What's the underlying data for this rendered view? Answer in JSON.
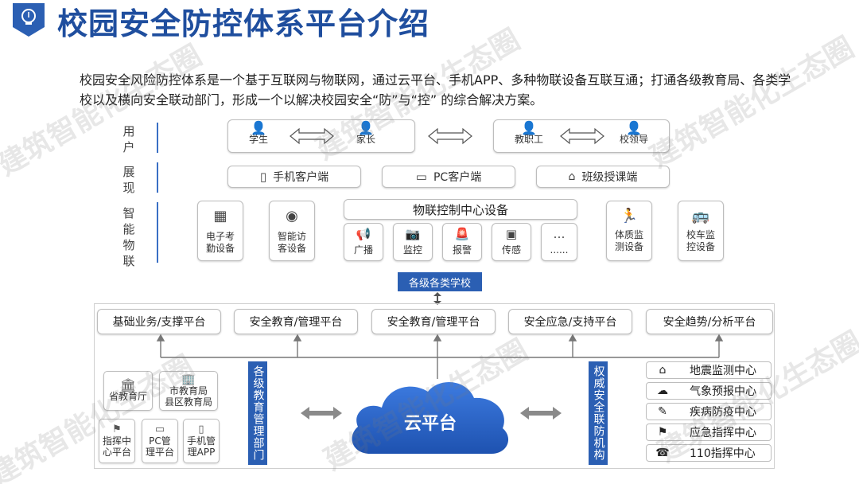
{
  "header": {
    "title": "校园安全防控体系平台介绍"
  },
  "intro_text": "校园安全风险防控体系是一个基于互联网与物联网，通过云平台、手机APP、多种物联设备互联互通；打通各级教育局、各类学校以及横向安全联动部门，形成一个以解决校园安全“防”与“控” 的综合解决方案。",
  "layers": {
    "user": {
      "label": "用户",
      "items": [
        "学生",
        "家长",
        "教职工",
        "校领导"
      ]
    },
    "display": {
      "label": "展现",
      "items": [
        "手机客户端",
        "PC客户端",
        "班级授课端"
      ]
    },
    "iot": {
      "label": "智能物联",
      "side_left": [
        "电子考\n勤设备",
        "智能访\n客设备"
      ],
      "center_title": "物联控制中心设备",
      "center_items": [
        "广播",
        "监控",
        "报警",
        "传感",
        "......"
      ],
      "side_right": [
        "体质监\n测设备",
        "校车监\n控设备"
      ]
    }
  },
  "school_tag": "各级各类学校",
  "platforms": [
    "基础业务/支撑平台",
    "安全教育/管理平台",
    "安全教育/管理平台",
    "安全应急/支持平台",
    "安全趋势/分析平台"
  ],
  "cloud_label": "云平台",
  "edu_dept_label": "各级教育管理部门",
  "security_org_label": "权威安全联防机构",
  "edu_orgs": [
    {
      "label": "省教育厅"
    },
    {
      "label": "市教育局\n县区教育局"
    },
    {
      "label": "指挥中\n心平台"
    },
    {
      "label": "PC管\n理平台"
    },
    {
      "label": "手机管\n理APP"
    }
  ],
  "centers": [
    "地震监测中心",
    "气象预报中心",
    "疾病防疫中心",
    "应急指挥中心",
    "110指挥中心"
  ],
  "watermark": "建筑智能化生态圈",
  "colors": {
    "title": "#1f4e9e",
    "accent": "#2b5fb3",
    "cloud": "#2760c4"
  }
}
